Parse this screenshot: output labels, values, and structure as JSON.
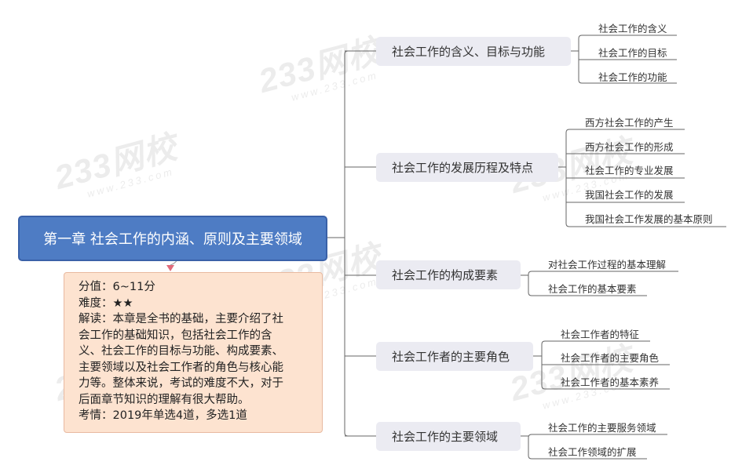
{
  "watermark": {
    "brand": "233网校",
    "url": "www.233.com"
  },
  "root": {
    "title": "第一章 社会工作的内涵、原则及主要领域",
    "color": "#4e7cc4"
  },
  "note": {
    "color": "#fde3d0",
    "lines": [
      "分值：6~11分",
      "难度：★★",
      "解读：本章是全书的基础，主要介绍了社",
      "会工作的基础知识，包括社会工作的含",
      "义、社会工作的目标与功能、构成要素、",
      "主要领域以及社会工作者的角色与核心能",
      "力等。整体来说，考试的难度不大，对于",
      "后面章节知识的理解有很大帮助。",
      "考情：2019年单选4道，多选1道"
    ]
  },
  "branches": [
    {
      "label": "社会工作的含义、目标与功能",
      "children": [
        "社会工作的含义",
        "社会工作的目标",
        "社会工作的功能"
      ]
    },
    {
      "label": "社会工作的发展历程及特点",
      "children": [
        "西方社会工作的产生",
        "西方社会工作的形成",
        "社会工作的专业发展",
        "我国社会工作的发展",
        "我国社会工作发展的基本原则"
      ]
    },
    {
      "label": "社会工作的构成要素",
      "children": [
        "对社会工作过程的基本理解",
        "社会工作的基本要素"
      ]
    },
    {
      "label": "社会工作者的主要角色",
      "children": [
        "社会工作者的特征",
        "社会工作者的主要角色",
        "社会工作者的基本素养"
      ]
    },
    {
      "label": "社会工作的主要领域",
      "children": [
        "社会工作的主要服务领域",
        "社会工作领域的扩展"
      ]
    }
  ]
}
